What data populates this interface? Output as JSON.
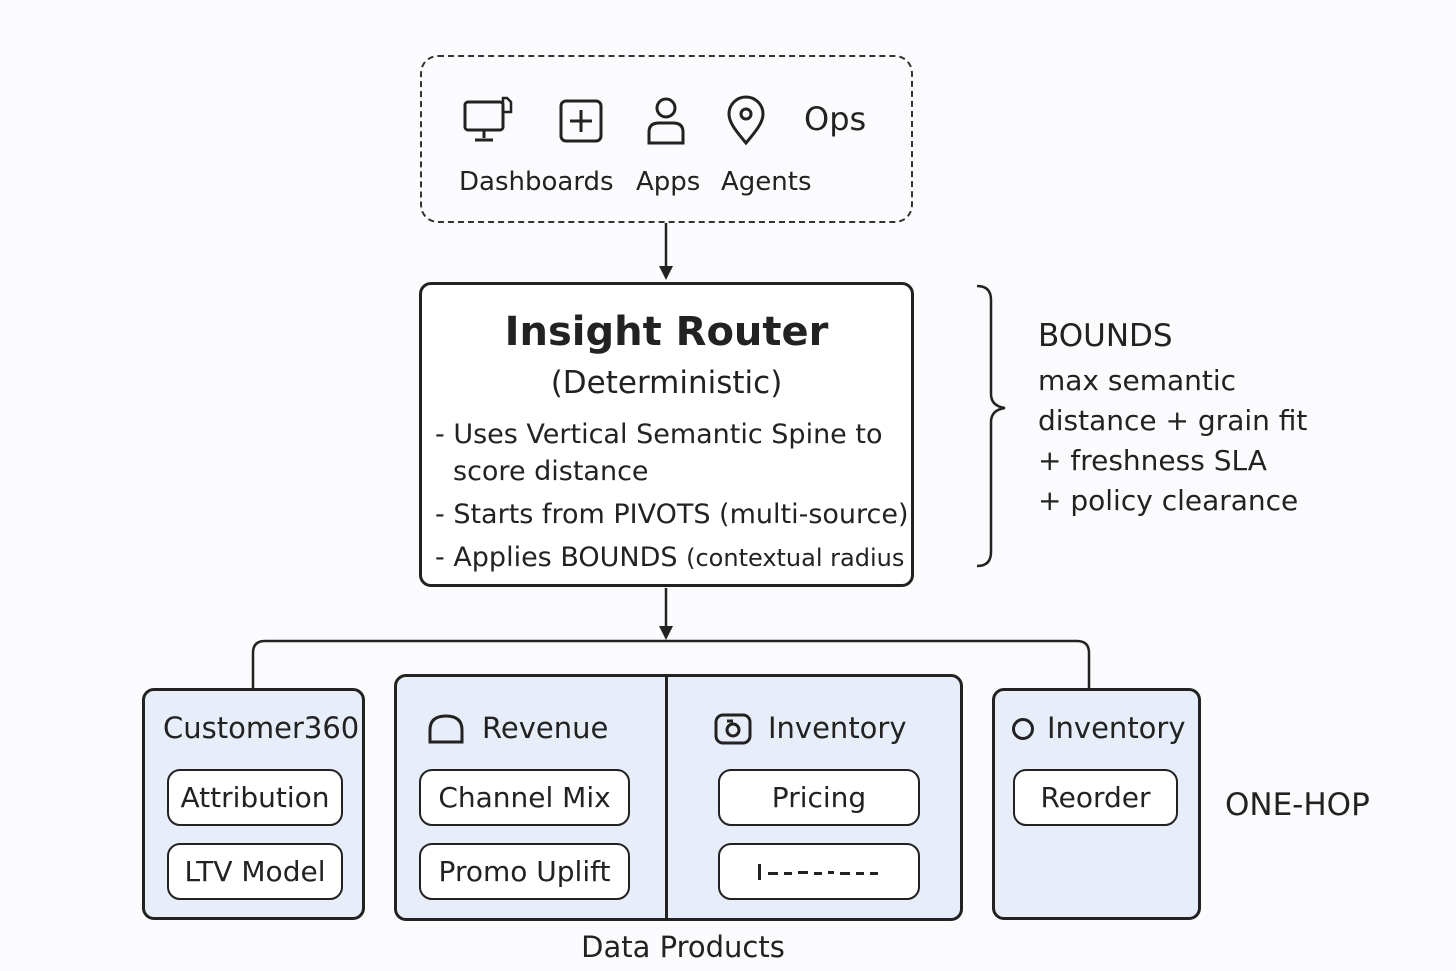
{
  "consumers": {
    "ops_label": "Ops",
    "labels": {
      "dashboards": "Dashboards",
      "apps": "Apps",
      "agents": "Agents"
    }
  },
  "router": {
    "title": "Insight Router",
    "subtitle": "(Deterministic)",
    "bullets": {
      "b1_line1": "- Uses Vertical Semantic Spine to",
      "b1_line2": "score distance",
      "b2": "- Starts from PIVOTS (multi-source)",
      "b3_main": "- Applies BOUNDS ",
      "b3_small": "(contextual radius"
    }
  },
  "bounds": {
    "heading": "BOUNDS",
    "lines": [
      "max semantic",
      "distance + grain fit",
      "+ freshness SLA",
      "+ policy clearance"
    ]
  },
  "domains": {
    "customer360": {
      "title": "Customer360",
      "products": [
        "Attribution",
        "LTV Model"
      ]
    },
    "revenue": {
      "title": "Revenue",
      "products": [
        "Channel Mix",
        "Promo Uplift"
      ]
    },
    "inventory_a": {
      "title": "Inventory",
      "products": [
        "Pricing"
      ]
    },
    "inventory_b": {
      "title": "Inventory",
      "products": [
        "Reorder"
      ]
    }
  },
  "one_hop_label": "ONE-HOP",
  "footer_label": "Data Products",
  "icons": [
    "monitor-icon",
    "plus-square-icon",
    "user-icon",
    "location-pin-icon",
    "cloud-icon",
    "camera-icon",
    "circle-icon"
  ],
  "colors": {
    "domain_fill": "#e7eef9",
    "stroke": "#222222",
    "background": "#fbfbfd"
  }
}
